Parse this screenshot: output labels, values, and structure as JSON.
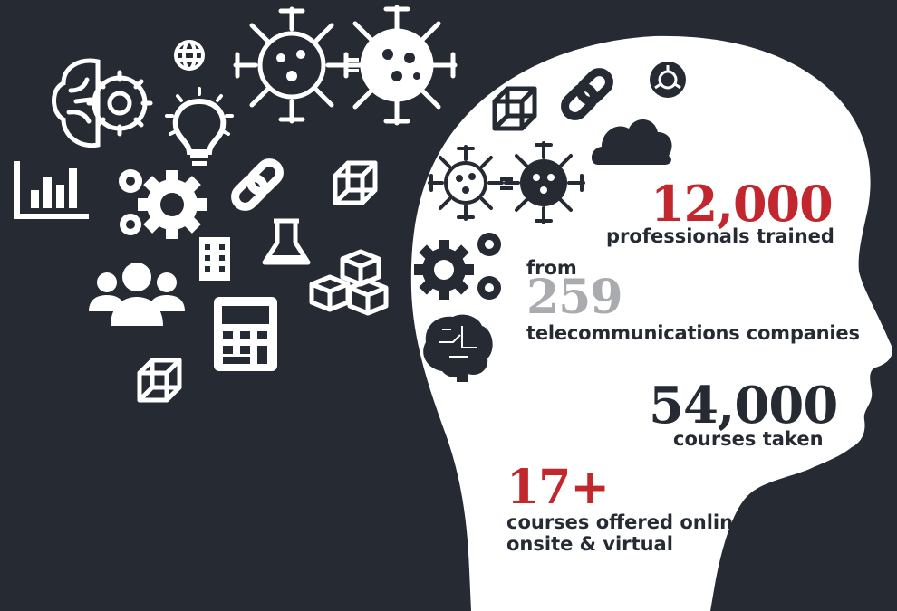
{
  "colors": {
    "background": "#262a33",
    "head": "#ffffff",
    "accent_red": "#c1272d",
    "accent_gray": "#a9abae",
    "text_dark": "#262a33",
    "icon_white": "#ffffff",
    "icon_dark": "#262a33"
  },
  "stats": [
    {
      "value": "12,000",
      "caption": "professionals trained",
      "color": "#c1272d"
    },
    {
      "prefix": "from",
      "value": "259",
      "caption": "telecommunications companies",
      "color": "#a9abae"
    },
    {
      "value": "54,000",
      "caption": "courses taken",
      "color": "#262a33"
    },
    {
      "value": "17+",
      "caption_lines": [
        "courses offered online,",
        "onsite & virtual"
      ],
      "color": "#c1272d"
    }
  ],
  "icons_outside": [
    "brain-gear-icon",
    "globe-icon",
    "lightbulb-icon",
    "virus-icon",
    "virus-icon",
    "bar-chart-icon",
    "gears-icon",
    "chain-link-icon",
    "cube-network-icon",
    "building-icon",
    "flask-icon",
    "team-icon",
    "calculator-icon",
    "boxes-icon",
    "cube-network-icon"
  ],
  "icons_inside": [
    "cube-network-icon",
    "chain-link-icon",
    "settings-icon",
    "cloud-icon",
    "virus-icon",
    "virus-icon",
    "gears-icon",
    "circuit-brain-icon"
  ]
}
